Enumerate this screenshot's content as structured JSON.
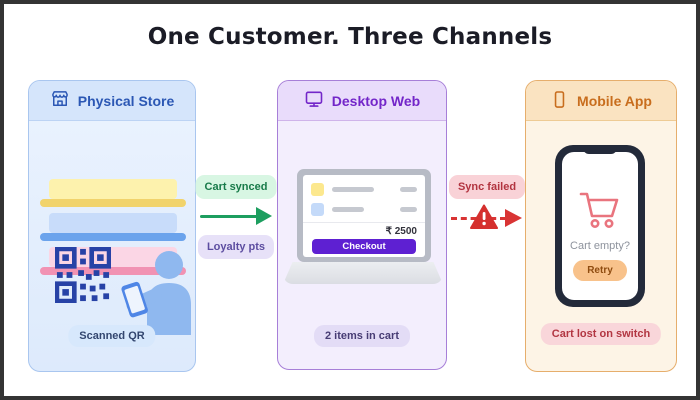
{
  "title": "One Customer. Three Channels",
  "colors": {
    "arrow_success": "#1d9e5f",
    "arrow_error": "#d93434",
    "checkout_purple": "#5e20d2",
    "store_accent": "#2b57b4",
    "web_accent": "#7326c9",
    "app_accent": "#c86d1d"
  },
  "panels": {
    "physical_store": {
      "label": "Physical Store",
      "caption": "Scanned QR"
    },
    "desktop_web": {
      "label": "Desktop Web",
      "price": "₹ 2500",
      "checkout_label": "Checkout",
      "caption": "2 items in cart"
    },
    "mobile_app": {
      "label": "Mobile App",
      "empty_text": "Cart empty?",
      "retry_label": "Retry",
      "caption": "Cart lost on switch"
    }
  },
  "connections": {
    "store_to_web": {
      "top_label": "Cart synced",
      "bottom_label": "Loyalty pts",
      "status": "success"
    },
    "web_to_app": {
      "label": "Sync failed",
      "status": "error"
    }
  }
}
